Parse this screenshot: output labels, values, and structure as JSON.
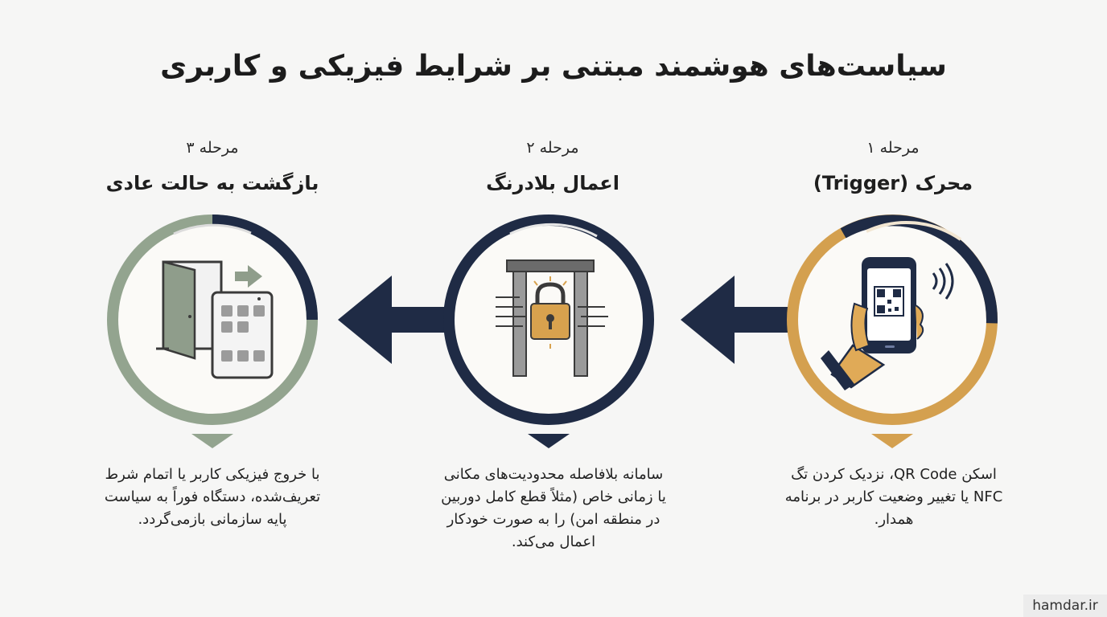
{
  "title": "سیاست‌های هوشمند مبتنی بر شرایط فیزیکی و کاربری",
  "steps": [
    {
      "label": "مرحله ۱",
      "title": "محرک (Trigger)",
      "description": [
        "اسکن QR Code، نزدیک کردن تگ",
        "NFC یا تغییر وضعیت کاربر در برنامه",
        "همدار."
      ],
      "color": "#d4a04f",
      "icon": "phone-qr-scan-icon"
    },
    {
      "label": "مرحله ۲",
      "title": "اعمال بلادرنگ",
      "description": [
        "سامانه بلافاصله محدودیت‌های مکانی",
        "یا زمانی خاص (مثلاً قطع کامل دوربین",
        "در منطقه امن) را به صورت خودکار",
        "اعمال می‌کند."
      ],
      "color": "#1f2b45",
      "icon": "security-gate-lock-icon"
    },
    {
      "label": "مرحله ۳",
      "title": "بازگشت به حالت عادی",
      "description": [
        "با خروج فیزیکی کاربر یا اتمام شرط",
        "تعریف‌شده، دستگاه فوراً به سیاست",
        "پایه سازمانی بازمی‌گردد."
      ],
      "color": "#93a48f",
      "icon": "door-exit-phone-icon"
    }
  ],
  "navy": "#1f2b45",
  "watermark": "hamdar.ir"
}
